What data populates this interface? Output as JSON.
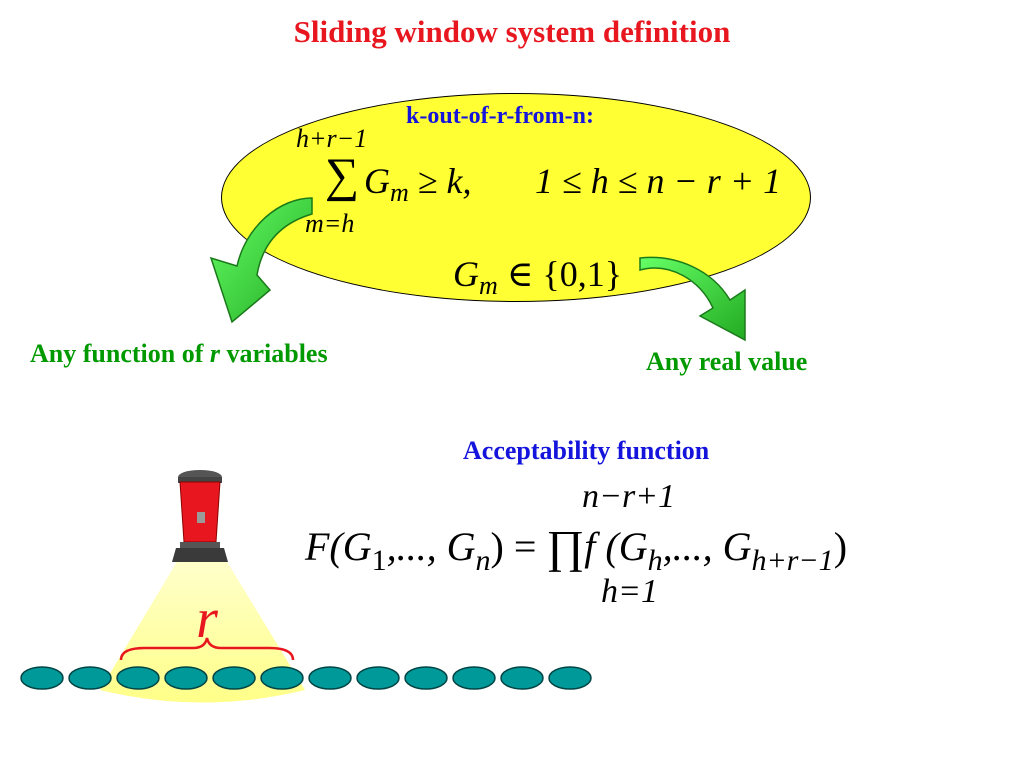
{
  "title": "Sliding window system definition",
  "definition": {
    "heading": "k-out-of-r-from-n:",
    "sum_upper": "h+r−1",
    "sum_lower": "m=h",
    "sum_symbol": "∑",
    "sum_term_var": "G",
    "sum_term_sub": "m",
    "sum_rel": " ≥ k,",
    "condition": "1 ≤ h ≤ n − r + 1",
    "gm_var": "G",
    "gm_sub": "m",
    "gm_set": " ∈ {0,1}"
  },
  "labels": {
    "left_prefix": "Any function of ",
    "left_var": "r",
    "left_suffix": " variables",
    "right": "Any real value"
  },
  "acceptability": {
    "heading": "Acceptability function",
    "lhs": "F(G",
    "lhs_sub1": "1",
    "lhs_mid": ",..., G",
    "lhs_subn": "n",
    "lhs_end": ") = ",
    "prod_symbol": "∏",
    "prod_upper": "n−r+1",
    "prod_lower": "h=1",
    "rhs_start": "f (G",
    "rhs_sub1": "h",
    "rhs_mid": ",..., G",
    "rhs_sub2": "h+r−1",
    "rhs_end": ")"
  },
  "window_label": "r",
  "elements_count": 12,
  "window_elements": 4,
  "colors": {
    "title": "#e8171f",
    "heading_blue": "#1414dc",
    "label_green": "#009900",
    "ellipse_fill": "#ffff33",
    "arrow_green": "#33cc33",
    "element_fill": "#00999a",
    "lamp_red": "#e8171f",
    "beam": "#ffff99"
  },
  "icons": {
    "lamp": "spotlight-icon",
    "arrows": "curved-arrow-icon"
  }
}
